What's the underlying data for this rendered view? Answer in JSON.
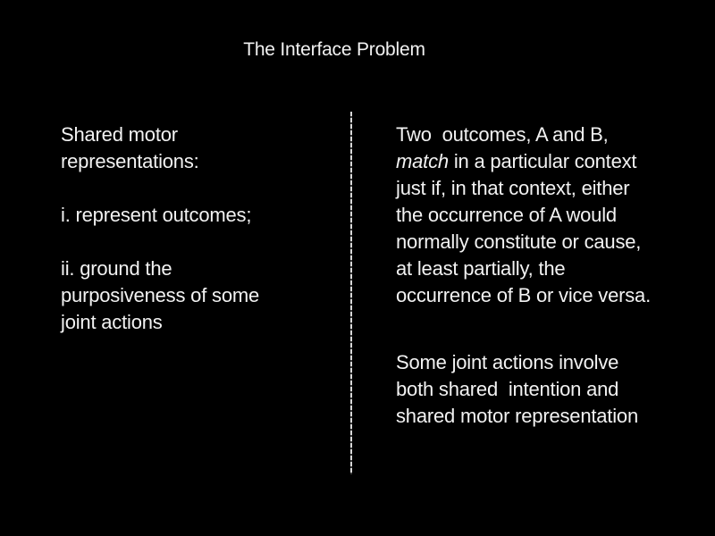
{
  "slide": {
    "title": "The Interface Problem",
    "colors": {
      "background": "#000000",
      "text": "#f2f2f2",
      "divider": "#d9d9d9"
    },
    "left": {
      "heading_lines": [
        "Shared motor",
        "representations:"
      ],
      "item_i_lines": [
        "i. represent outcomes;"
      ],
      "item_ii_lines": [
        "ii. ground the",
        "purposiveness of some",
        "joint actions"
      ]
    },
    "right": {
      "para1_line1": "Two  outcomes, A and B,",
      "para1_line2_italic": "match",
      "para1_line2_rest": " in a particular context",
      "para1_line3": "just if, in that context, either",
      "para1_line4": "the occurrence of A would",
      "para1_line5": "normally constitute or cause,",
      "para1_line6": "at least partially, the",
      "para1_line7": "occurrence of B or vice versa.",
      "para2_line1": "Some joint actions involve",
      "para2_line2": "both shared  intention and",
      "para2_line3": "shared motor representation"
    }
  }
}
